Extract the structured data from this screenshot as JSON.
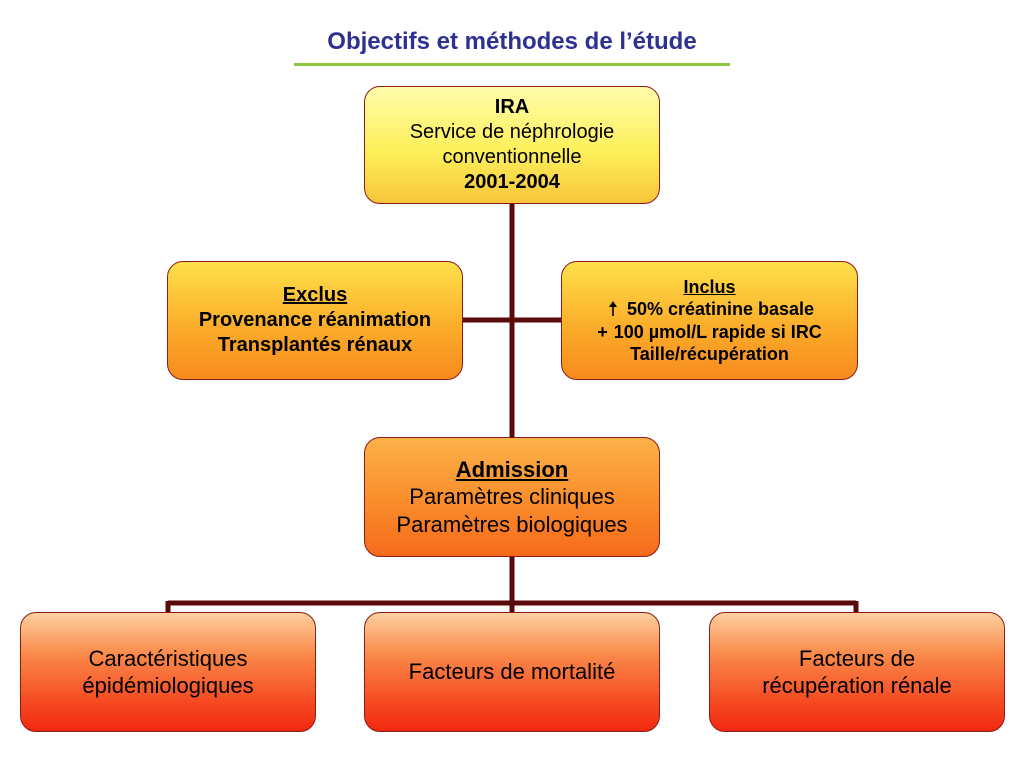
{
  "title": "Objectifs et méthodes de l’étude",
  "colors": {
    "title": "#2e3192",
    "title_underline": "#8dc63f",
    "connector": "#5a0a0a",
    "border": "#8b1a1a"
  },
  "boxes": {
    "ira": {
      "heading": "IRA",
      "line1": "Service de néphrologie",
      "line2": "conventionnelle",
      "years": "2001-2004"
    },
    "exclus": {
      "heading": "Exclus",
      "line1": "Provenance réanimation",
      "line2": "Transplantés rénaux"
    },
    "inclus": {
      "heading": "Inclus",
      "line1": "50% créatinine basale",
      "line2_prefix": "+",
      "line2": "100 µmol/L rapide si IRC",
      "line3": "Taille/récupération",
      "arrow_icon": "up-arrow-icon"
    },
    "admission": {
      "heading": "Admission",
      "line1": "Paramètres cliniques",
      "line2": "Paramètres biologiques"
    },
    "bottom": [
      {
        "line1": "Caractéristiques",
        "line2": "épidémiologiques"
      },
      {
        "line1": "Facteurs de mortalité",
        "line2": ""
      },
      {
        "line1": "Facteurs de",
        "line2": "récupération rénale"
      }
    ]
  }
}
